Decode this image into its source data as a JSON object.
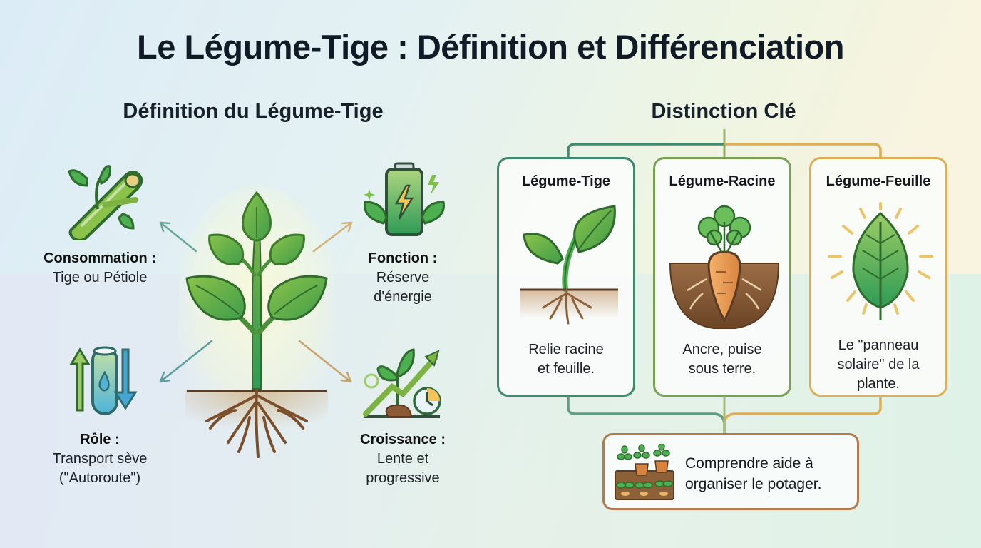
{
  "title": "Le Légume-Tige : Définition et Différenciation",
  "colors": {
    "title_text": "#111b27",
    "tige_border": "#3f8a6e",
    "racine_border": "#7aa152",
    "feuille_border": "#dcae55",
    "bottom_border": "#b27a4e",
    "leaf_green": "#4caf50",
    "soil_brown": "#7b4f2c"
  },
  "left_section": {
    "heading": "Définition du Légume-Tige",
    "center_icon": "plant-with-roots-icon",
    "features": [
      {
        "id": "consommation",
        "icon": "stem-icon",
        "label": "Consommation :",
        "text": "Tige ou Pétiole"
      },
      {
        "id": "fonction",
        "icon": "battery-energy-icon",
        "label": "Fonction :",
        "text_lines": [
          "Réserve",
          "d'énergie"
        ]
      },
      {
        "id": "role",
        "icon": "sap-transport-icon",
        "label": "Rôle :",
        "text_lines": [
          "Transport sève",
          "(\"Autoroute\")"
        ]
      },
      {
        "id": "croissance",
        "icon": "growth-chart-icon",
        "label": "Croissance :",
        "text_lines": [
          "Lente et",
          "progressive"
        ]
      }
    ]
  },
  "right_section": {
    "heading": "Distinction Clé",
    "cards": [
      {
        "title": "Légume-Tige",
        "icon": "seedling-icon",
        "desc_lines": [
          "Relie racine",
          "et feuille."
        ]
      },
      {
        "title": "Légume-Racine",
        "icon": "carrot-icon",
        "desc_lines": [
          "Ancre, puise",
          "sous terre."
        ]
      },
      {
        "title": "Légume-Feuille",
        "icon": "sunlit-leaf-icon",
        "desc_lines": [
          "Le \"panneau",
          "solaire\" de la",
          "plante."
        ]
      }
    ],
    "conclusion": {
      "icon": "garden-beds-icon",
      "text_lines": [
        "Comprendre aide à",
        "organiser le potager."
      ]
    }
  }
}
